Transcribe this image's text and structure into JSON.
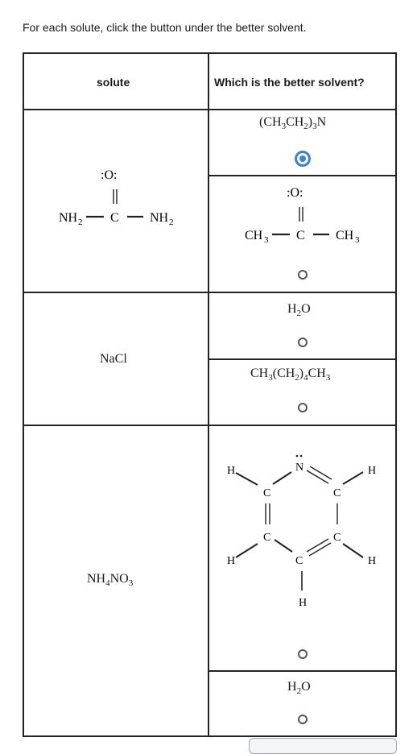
{
  "instructions": "For each solute, click the button under the better solvent.",
  "headers": {
    "solute": "solute",
    "solvent": "Which is the better solvent?"
  },
  "rows": [
    {
      "solute": "urea (NH2-C(=O)-NH2)",
      "solvents": [
        {
          "name": "(CH3CH2)3N",
          "selected": true
        },
        {
          "name": "CH3-C(=O)-CH3",
          "selected": false
        }
      ]
    },
    {
      "solute": "NaCl",
      "solvents": [
        {
          "name": "H2O",
          "selected": false
        },
        {
          "name": "CH3(CH2)4CH3",
          "selected": false
        }
      ]
    },
    {
      "solute": "NH4NO3",
      "solvents": [
        {
          "name": "pyridine",
          "selected": false
        },
        {
          "name": "H2O",
          "selected": false
        }
      ]
    }
  ]
}
